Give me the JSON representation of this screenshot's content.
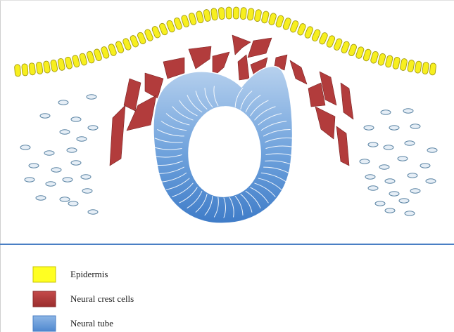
{
  "legend": {
    "items": [
      {
        "label": "Epidermis",
        "color": "#ffff1a"
      },
      {
        "label": "Neural crest cells",
        "color": "#b23a3a"
      },
      {
        "label": "Neural tube",
        "color": "#6b9fd9"
      }
    ]
  },
  "colors": {
    "epidermis_fill": "#f7ef1f",
    "epidermis_stroke": "#a39a10",
    "crest_fill": "#b23c3c",
    "tube_outer": "#5a91d6",
    "tube_inner": "#a9c8ea",
    "mesenchyme_fill": "#e6eef6",
    "mesenchyme_stroke": "#5f87a6",
    "divider": "#4a7fc4"
  },
  "icons": {
    "epidermis": "epidermis-cell",
    "crest": "neural-crest-cell",
    "tube": "neural-tube",
    "mesenchyme": "mesenchyme-cell"
  }
}
